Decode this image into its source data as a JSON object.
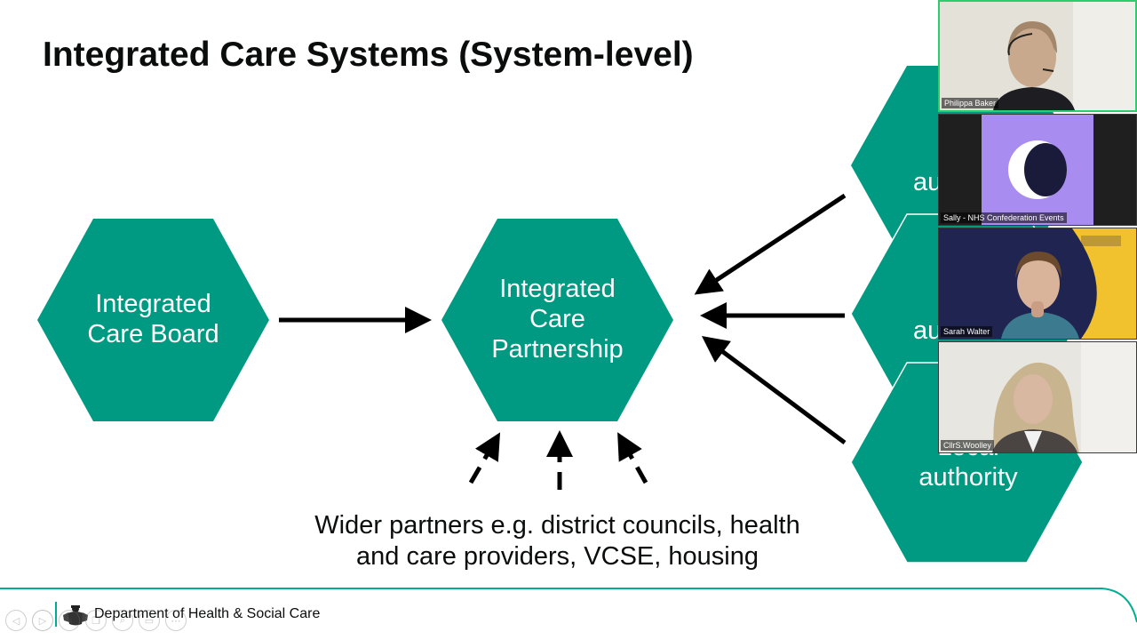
{
  "slide": {
    "title": "Integrated Care Systems (System-level)",
    "hexagons": {
      "icb": [
        "Integrated",
        "Care Board"
      ],
      "icp": [
        "Integrated",
        "Care",
        "Partnership"
      ],
      "la1_partial": [
        "au"
      ],
      "la2_partial": [
        "au"
      ],
      "la3": [
        "Local",
        "authority"
      ]
    },
    "wider_partners": [
      "Wider partners e.g. district councils, health",
      "and care providers, VCSE, housing"
    ],
    "footer": {
      "department": "Department of Health & Social Care"
    },
    "colors": {
      "hexagon": "#009a82",
      "accent": "#00ad93",
      "text": "#0b0c0c"
    }
  },
  "participants": [
    {
      "name": "Philippa Baker"
    },
    {
      "name": "Sally - NHS Confederation Events"
    },
    {
      "name": "Sarah Walter"
    },
    {
      "name": "CllrS.Woolley"
    }
  ],
  "icons": [
    "crest-icon",
    "prev-slide-icon",
    "play-icon",
    "pen-icon",
    "copy-icon",
    "zoom-icon",
    "subtitles-icon",
    "more-icon"
  ]
}
